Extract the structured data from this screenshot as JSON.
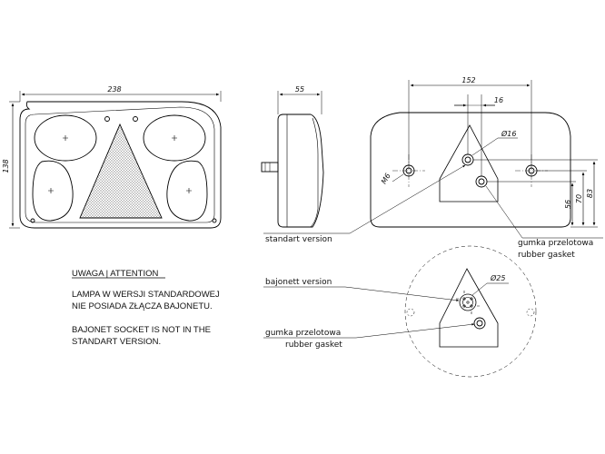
{
  "dimensions": {
    "width_238": "238",
    "height_138": "138",
    "depth_55": "55",
    "spacing_152": "152",
    "offset_16": "16",
    "hole_d16": "Ø16",
    "thread_m6": "M6",
    "height_56": "56",
    "height_70": "70",
    "height_83": "83",
    "detail_d25": "Ø25"
  },
  "labels": {
    "standart_version": "standart version",
    "bajonett_version": "bajonett version",
    "gasket_pl_top": "gumka przelotowa",
    "gasket_en_top": "rubber gasket",
    "gasket_pl_detail": "gumka przelotowa",
    "gasket_en_detail": "rubber gasket"
  },
  "notes": {
    "heading": "UWAGA | ATTENTION",
    "pl_line1": "LAMPA W WERSJI STANDARDOWEJ",
    "pl_line2": "NIE POSIADA ZŁĄCZA BAJONETU.",
    "en_line1": "BAJONET SOCKET IS NOT IN THE",
    "en_line2": "STANDART VERSION."
  }
}
